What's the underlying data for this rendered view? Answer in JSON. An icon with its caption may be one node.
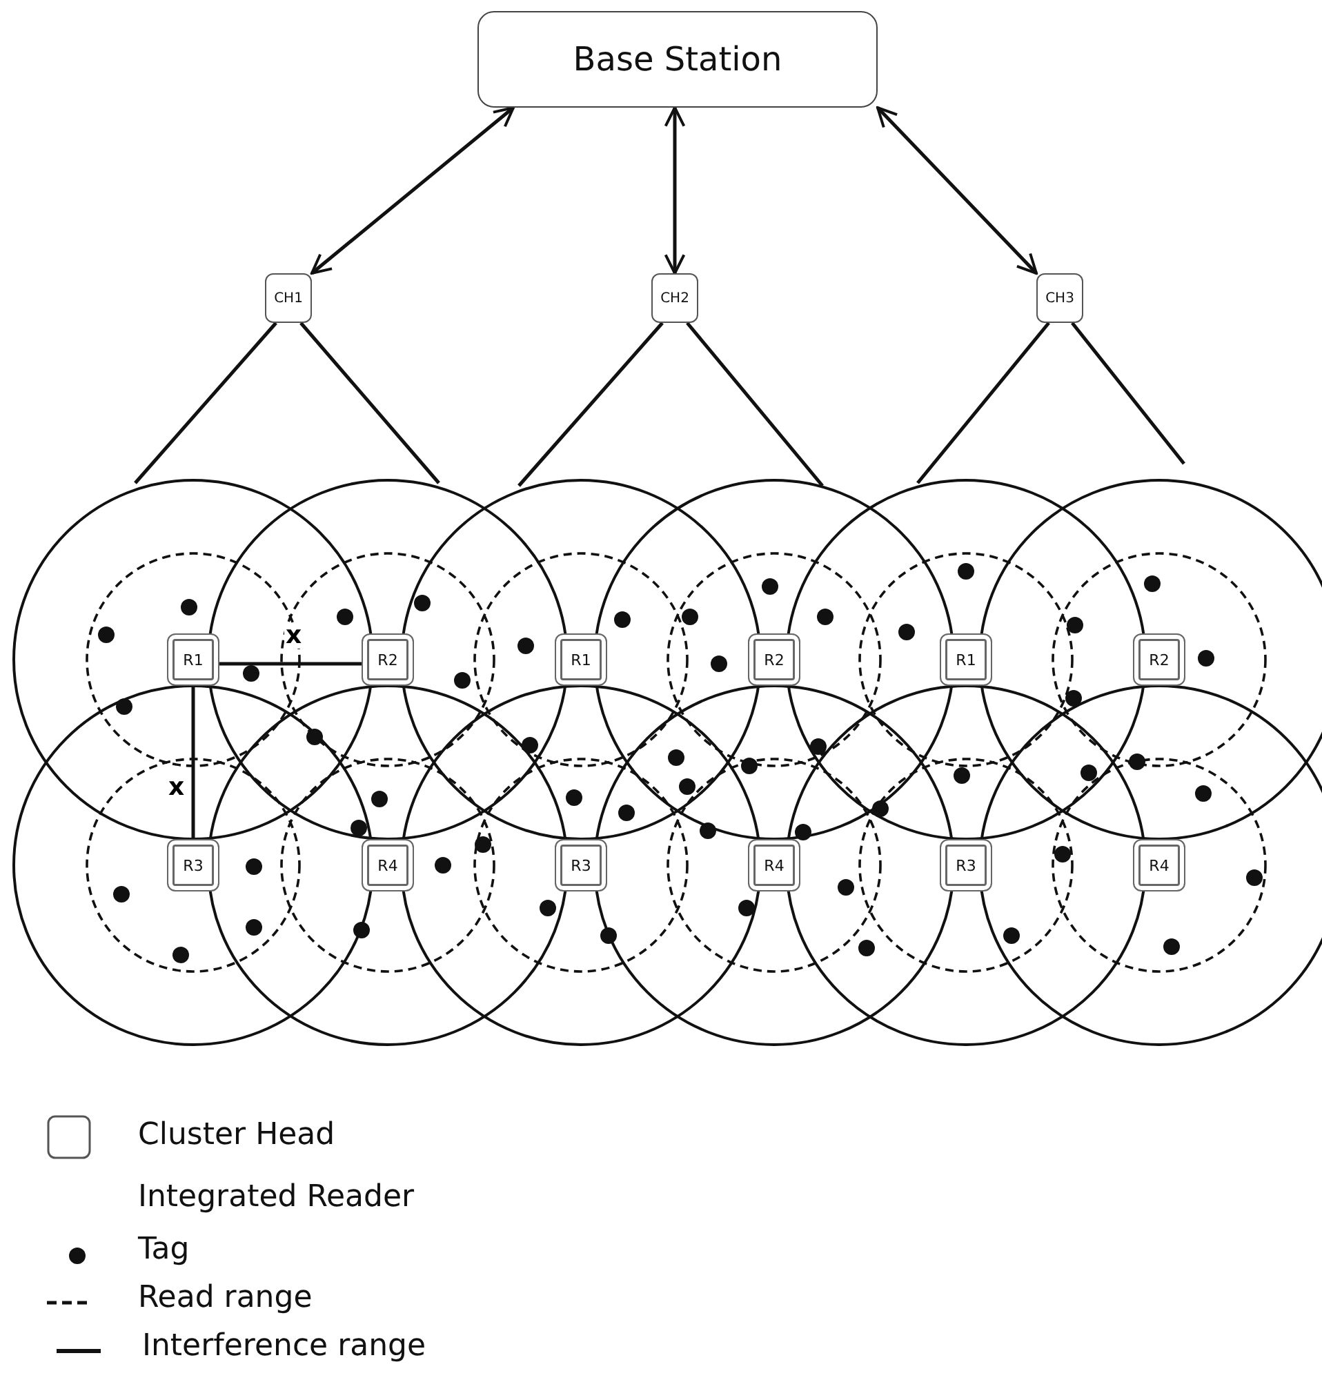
{
  "diagram": {
    "nodes": [
      {
        "text": [
          "Base Station"
        ]
      },
      {
        "text": [
          "CH1"
        ]
      },
      {
        "text": [
          "CH2"
        ]
      },
      {
        "text": [
          "CH3"
        ]
      },
      {
        "text": [
          "R1"
        ]
      },
      {
        "text": [
          "R2"
        ]
      },
      {
        "text": [
          "R1"
        ]
      },
      {
        "text": [
          "R2"
        ]
      },
      {
        "text": [
          "R1"
        ]
      },
      {
        "text": [
          "R2"
        ]
      },
      {
        "text": [
          "R3"
        ]
      },
      {
        "text": [
          "R4"
        ]
      },
      {
        "text": [
          "R3"
        ]
      },
      {
        "text": [
          "R4"
        ]
      },
      {
        "text": [
          "R3"
        ]
      },
      {
        "text": [
          "R4"
        ]
      }
    ],
    "edges": [
      {
        "from": 0,
        "to": 1,
        "arrow": "both"
      },
      {
        "from": 0,
        "to": 2,
        "arrow": "both"
      },
      {
        "from": 0,
        "to": 3,
        "arrow": "both"
      },
      {
        "from": 1,
        "to": null,
        "arrow": "none"
      },
      {
        "from": 1,
        "to": null,
        "arrow": "none"
      },
      {
        "from": 2,
        "to": null,
        "arrow": "none"
      },
      {
        "from": 2,
        "to": null,
        "arrow": "none"
      },
      {
        "from": 3,
        "to": null,
        "arrow": "none"
      },
      {
        "from": 3,
        "to": null,
        "arrow": "none"
      },
      {
        "from": 4,
        "to": 5,
        "arrow": "none",
        "label": "x"
      },
      {
        "from": 4,
        "to": 10,
        "arrow": "none",
        "label": "x"
      }
    ],
    "legend": [
      {
        "text": "Cluster Head"
      },
      {
        "text": "Integrated Reader"
      },
      {
        "text": "Tag"
      },
      {
        "text": "Read range"
      },
      {
        "text": "Interference range"
      }
    ]
  }
}
